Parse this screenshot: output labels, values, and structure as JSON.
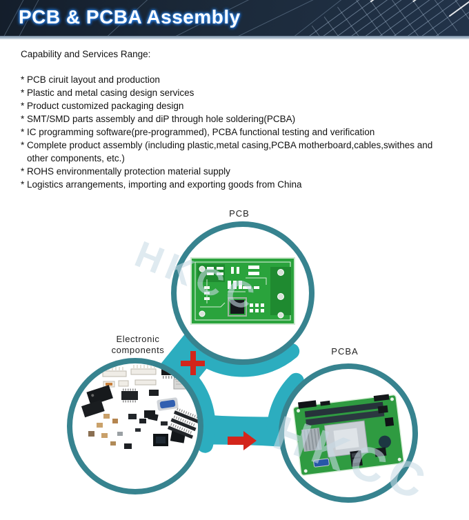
{
  "header": {
    "title": "PCB & PCBA Assembly"
  },
  "capabilities": {
    "heading": "Capability and Services Range:",
    "items": [
      "* PCB ciruit layout and production",
      "* Plastic and metal casing design services",
      "* Product customized packaging design",
      "* SMT/SMD parts assembly and diP through hole soldering(PCBA)",
      "* IC programming software(pre-programmed), PCBA functional testing and verification",
      "* Complete product assembly (including plastic,metal casing,PCBA motherboard,cables,swithes and other components, etc.)",
      "* ROHS environmentally protection material supply",
      "* Logistics arrangements, importing and exporting goods from China"
    ]
  },
  "diagram": {
    "pcb_label": "PCB",
    "components_label": "Electronic components",
    "pcba_label": "PCBA",
    "plus_symbol": "+",
    "arrow_symbol": "→",
    "watermark": "HKCC",
    "colors": {
      "ring": "#37838f",
      "band": "#2cadbf",
      "arrow_red": "#d3251b",
      "banner_bg": "#1b2939",
      "title_glow": "#2e86e8"
    }
  }
}
